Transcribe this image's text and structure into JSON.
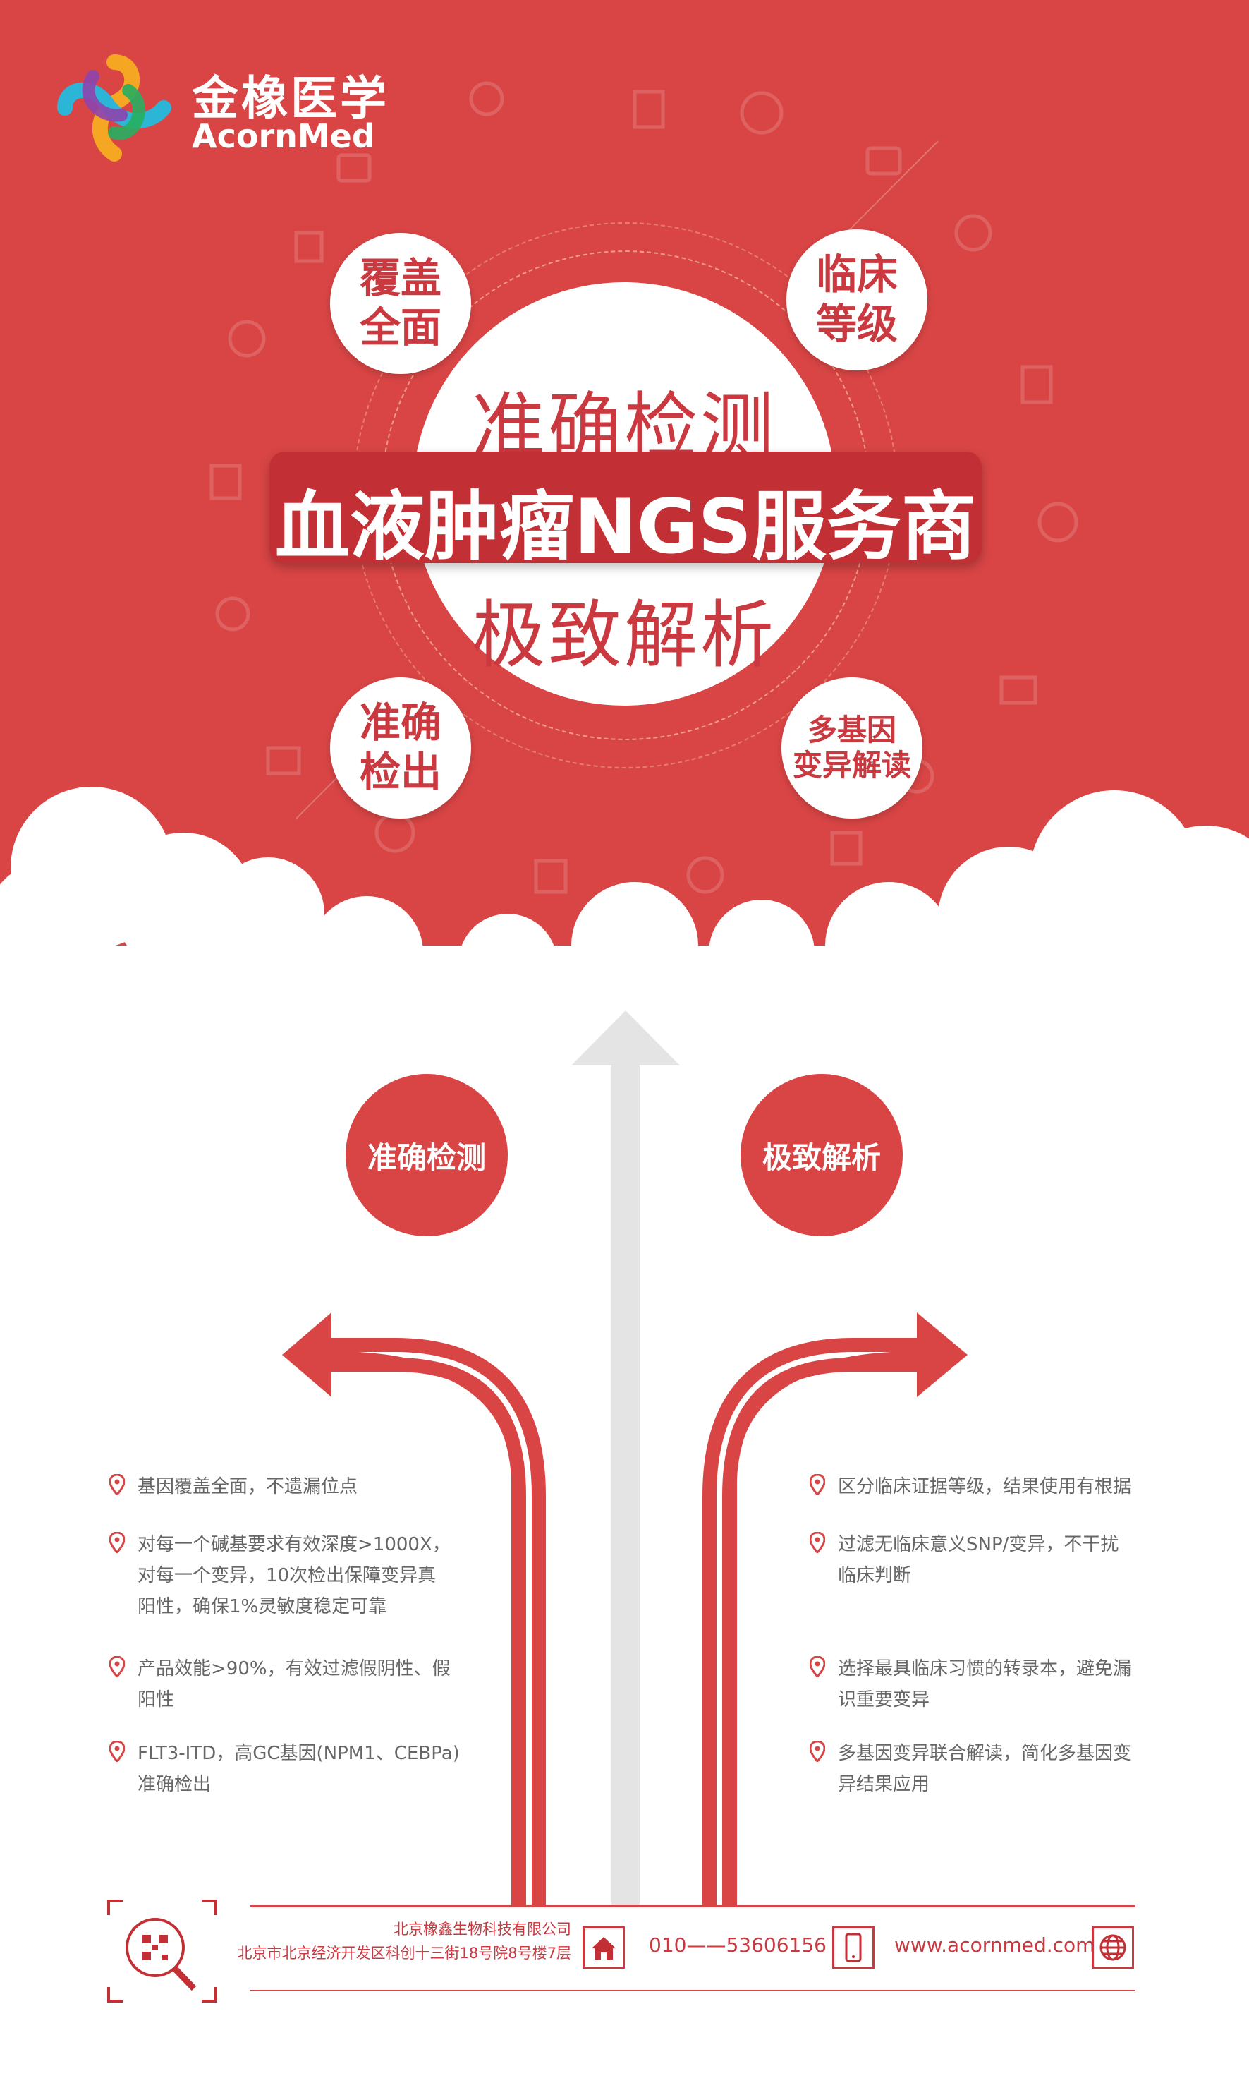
{
  "brand": {
    "name_cn": "金橡医学",
    "name_en": "AcornMed"
  },
  "hero": {
    "title_top": "准确检测",
    "banner": "血液肿瘤NGS服务商",
    "title_bottom": "极致解析",
    "badges": [
      {
        "label": "覆盖\n全面"
      },
      {
        "label": "临床\n等级"
      },
      {
        "label": "准确\n检出"
      },
      {
        "label": "多基因\n变异解读"
      }
    ]
  },
  "sections": {
    "left_title": "准确检测",
    "right_title": "极致解析"
  },
  "left_items": [
    "基因覆盖全面，不遗漏位点",
    "对每一个碱基要求有效深度>1000X，\n对每一个变异，10次检出保障变异真\n阳性，确保1%灵敏度稳定可靠",
    "产品效能>90%，有效过滤假阴性、假\n阳性",
    "FLT3-ITD，高GC基因(NPM1、CEBPa)\n准确检出"
  ],
  "right_items": [
    "区分临床证据等级，结果使用有根据",
    "过滤无临床意义SNP/变异，不干扰\n临床判断",
    "选择最具临床习惯的转录本，避免漏\n识重要变异",
    "多基因变异联合解读，简化多基因变\n异结果应用"
  ],
  "footer": {
    "company": "北京橡鑫生物科技有限公司",
    "address": "北京市北京经济开发区科创十三街18号院8号楼7层",
    "phone": "010——53606156",
    "website": "www.acornmed.com",
    "icons": [
      "qr-magnifier-icon",
      "home-icon",
      "phone-icon",
      "globe-icon"
    ]
  },
  "colors": {
    "brand_red": "#d94545",
    "dark_red": "#c22f34",
    "text_red": "#c9393f",
    "gray_text": "#666666",
    "arrow_gray": "#e4e4e4"
  }
}
